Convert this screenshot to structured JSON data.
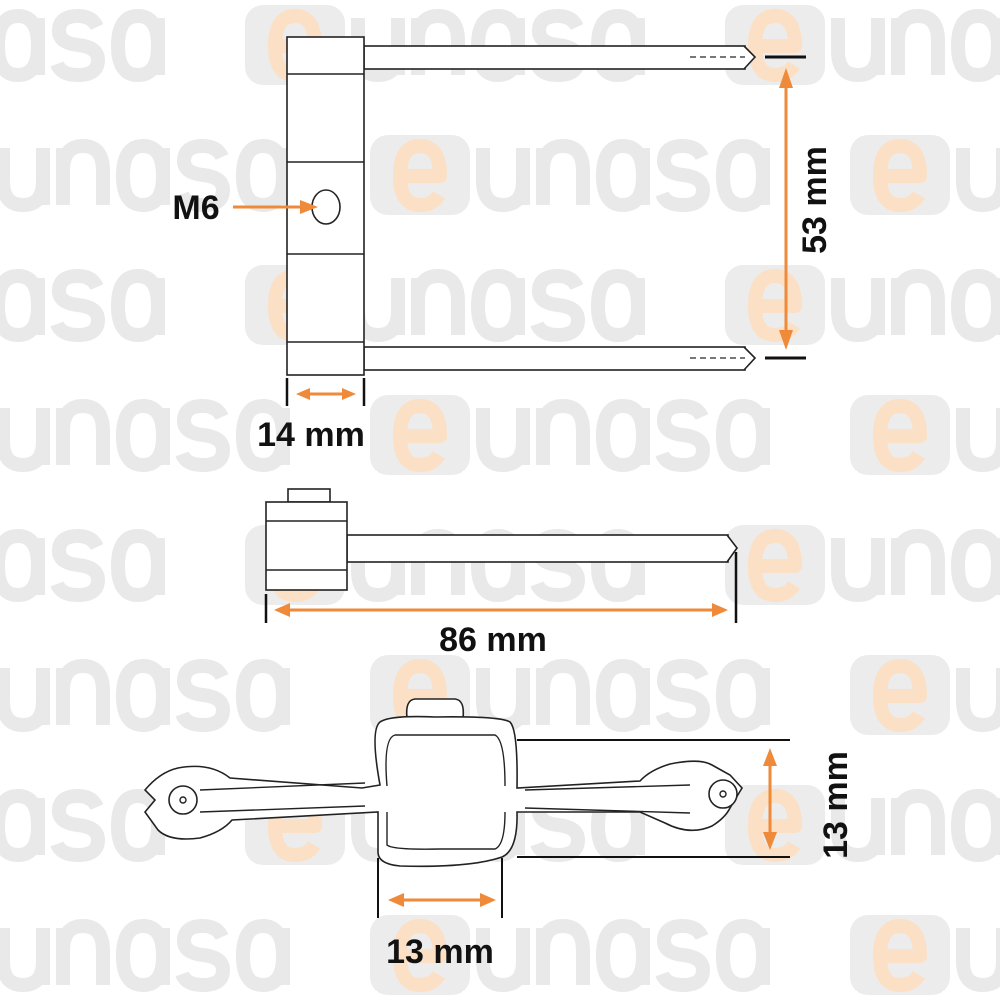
{
  "watermark": {
    "brand": "eunasa"
  },
  "colors": {
    "dimension_arrow": "#ee8a3a",
    "watermark_text": "#e9e9e9",
    "watermark_e": "#fbe6d2"
  },
  "front_view": {
    "thread_label": "M6",
    "height_label": "53 mm",
    "width_label": "14 mm"
  },
  "side_view": {
    "length_label": "86 mm"
  },
  "end_view": {
    "height_label": "13 mm",
    "width_label": "13 mm"
  }
}
